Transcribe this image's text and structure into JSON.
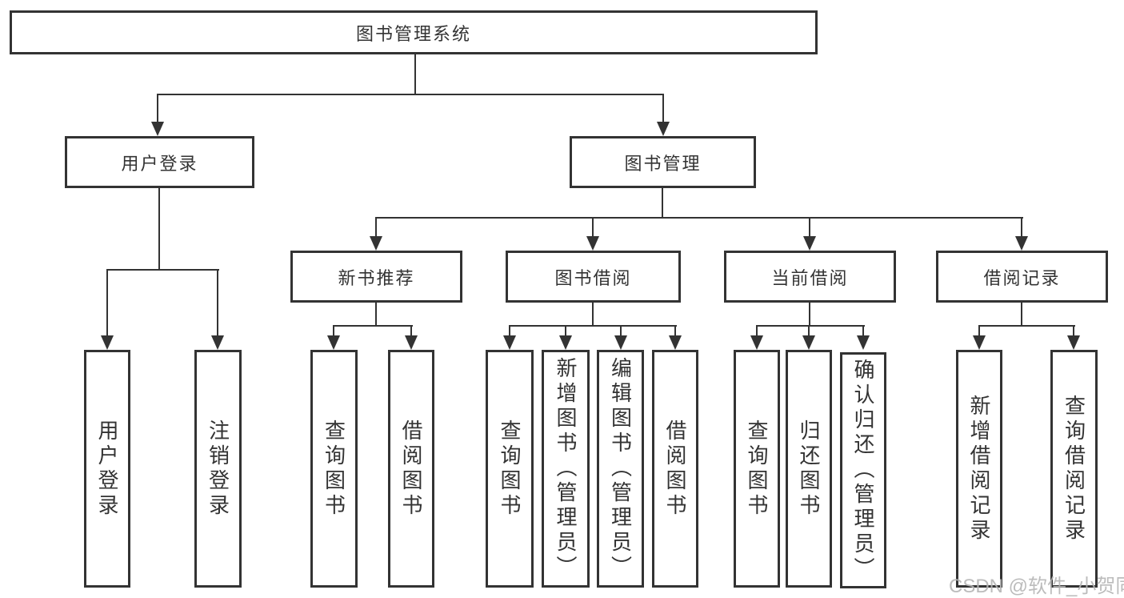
{
  "diagram": {
    "title": {
      "label": "图书管理系统"
    },
    "level2": {
      "user_login": {
        "label": "用户登录"
      },
      "book_management": {
        "label": "图书管理"
      }
    },
    "level3": {
      "new_book": {
        "label": "新书推荐"
      },
      "book_borrow": {
        "label": "图书借阅"
      },
      "current_borrow": {
        "label": "当前借阅"
      },
      "borrow_records": {
        "label": "借阅记录"
      }
    },
    "leaves": {
      "user_login_login": {
        "label": "用户登录"
      },
      "user_login_logout": {
        "label": "注销登录"
      },
      "new_book_query": {
        "label": "查询图书"
      },
      "new_book_borrow": {
        "label": "借阅图书"
      },
      "borrow_query": {
        "label": "查询图书"
      },
      "borrow_add": {
        "label": "新增图书（管理员）"
      },
      "borrow_edit": {
        "label": "编辑图书（管理员）"
      },
      "borrow_borrow": {
        "label": "借阅图书"
      },
      "current_query": {
        "label": "查询图书"
      },
      "current_return": {
        "label": "归还图书"
      },
      "current_confirm": {
        "label": "确认归还（管理员）"
      },
      "records_add": {
        "label": "新增借阅记录"
      },
      "records_query": {
        "label": "查询借阅记录"
      }
    }
  },
  "watermark": {
    "text": "CSDN @软件_小贺同学"
  },
  "colors": {
    "line": "#333333",
    "box_border": "#333333",
    "text": "#333333",
    "watermark_text": "#b5b5b5",
    "background": "#ffffff"
  }
}
